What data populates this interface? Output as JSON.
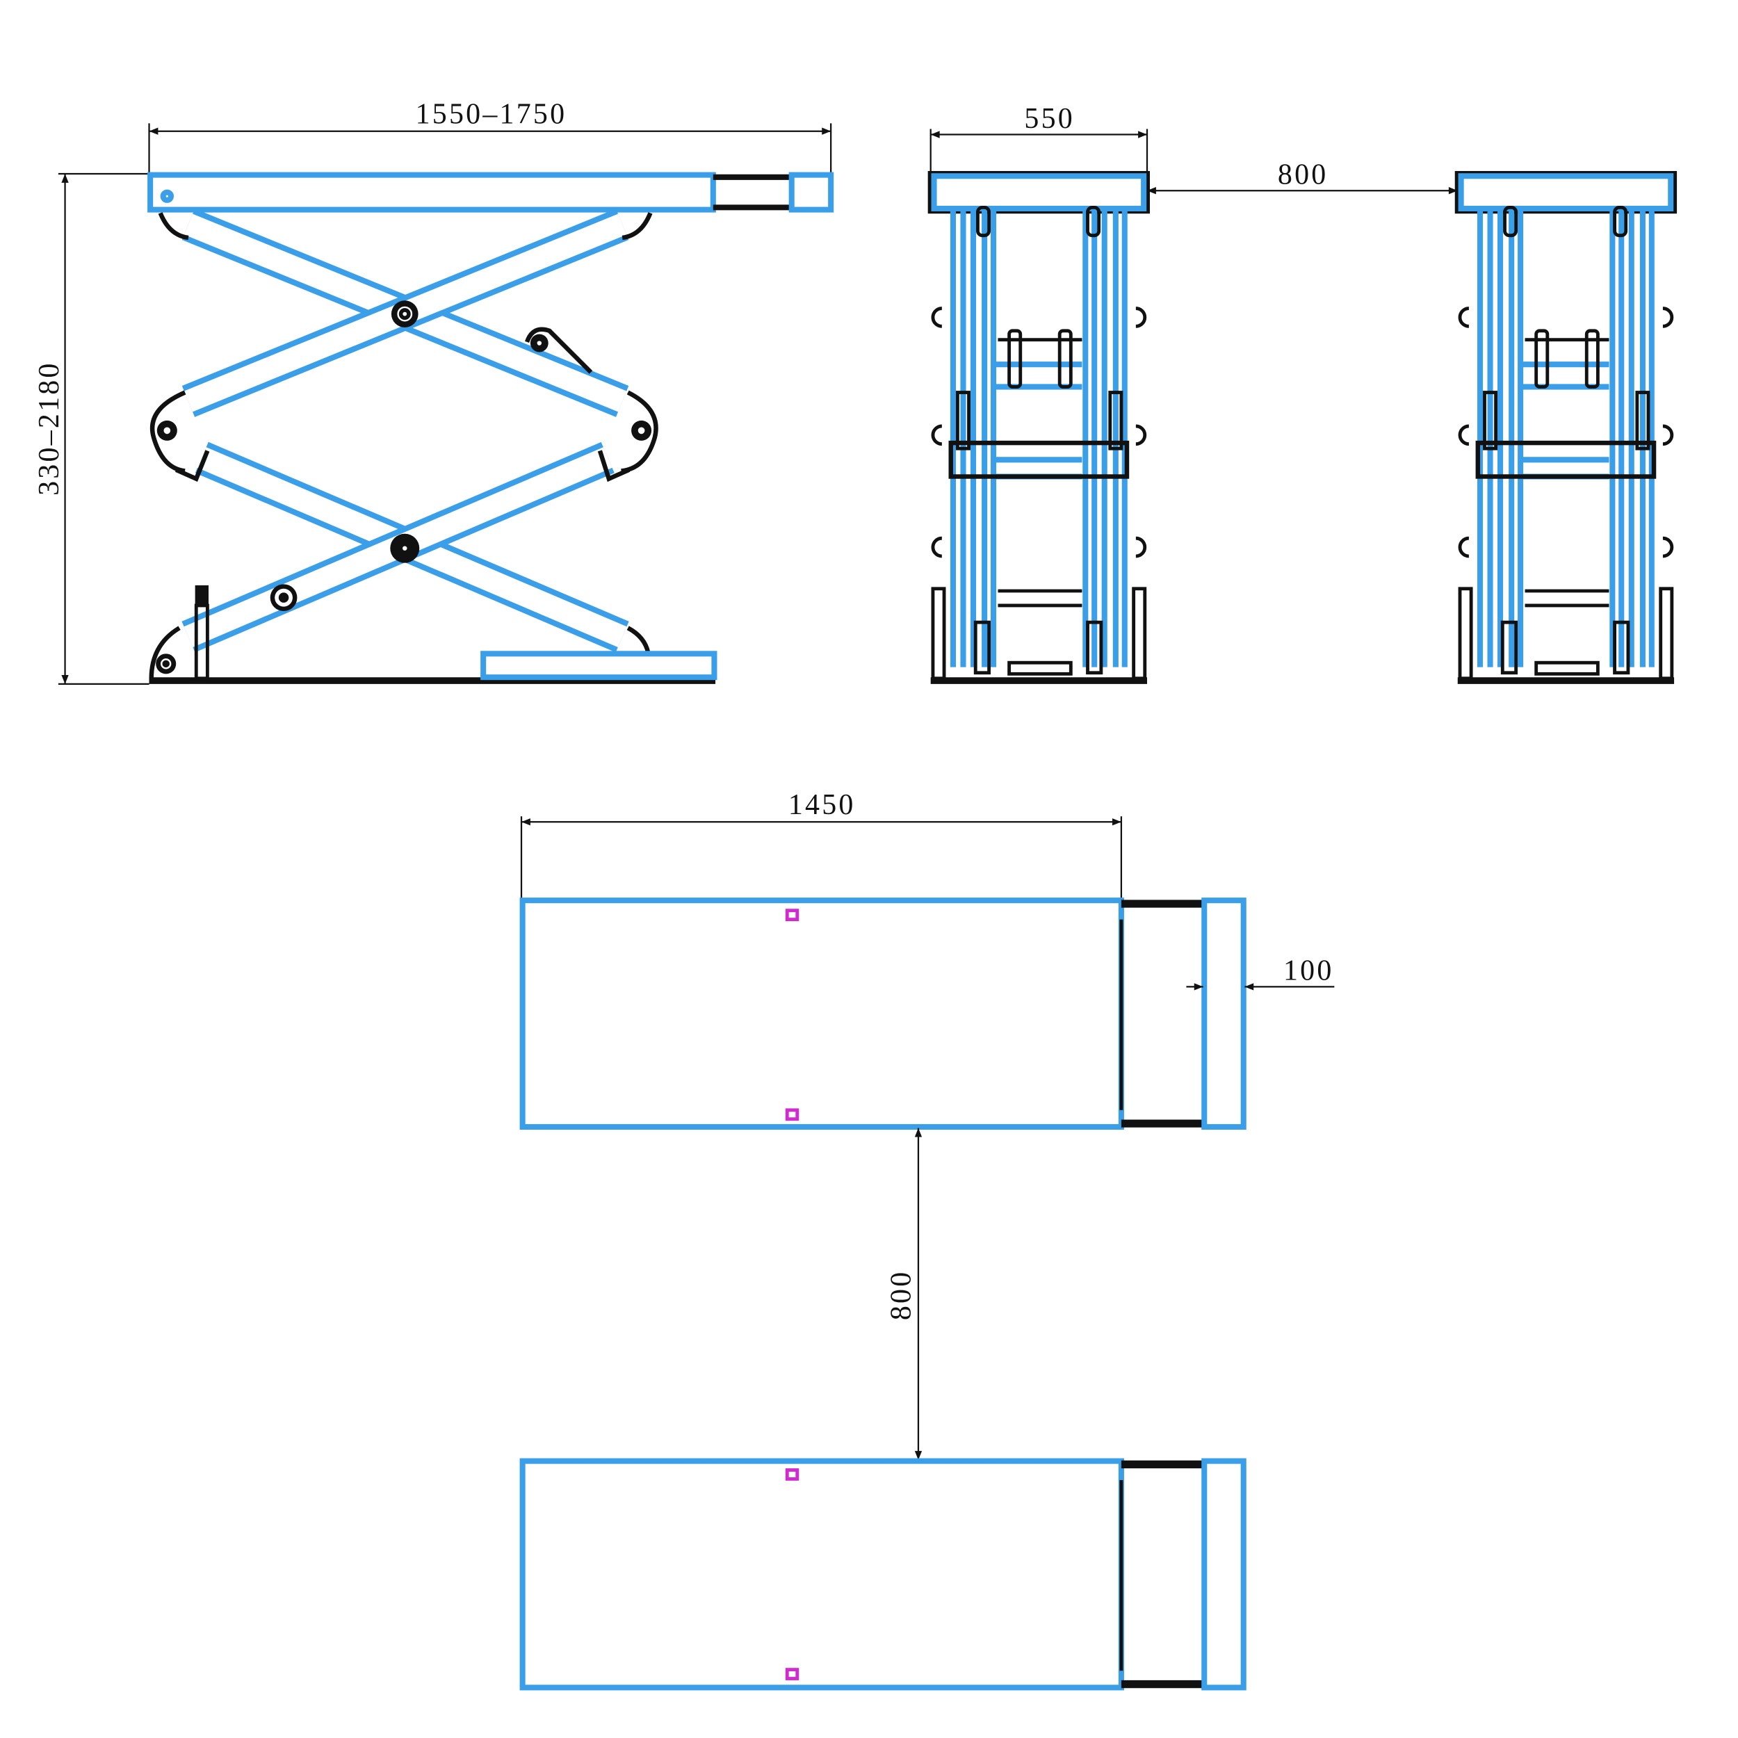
{
  "drawing": {
    "side_view": {
      "length_dim": "1550–1750",
      "height_dim": "330–2180"
    },
    "front_view": {
      "width_dim": "550",
      "gap_dim": "800"
    },
    "top_view": {
      "length_dim": "1450",
      "extension_dim": "100",
      "gap_dim": "800"
    },
    "colors": {
      "platform": "#3a9ee8",
      "frame": "#111111",
      "marker": "#d02ad0"
    }
  }
}
